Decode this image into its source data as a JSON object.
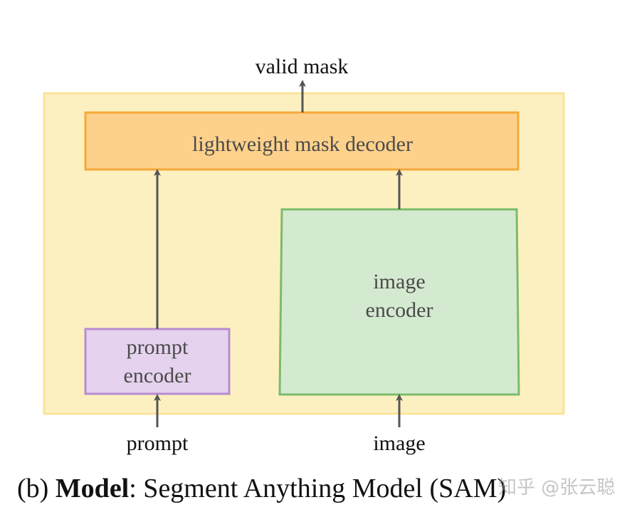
{
  "diagram": {
    "nodes": {
      "decoder": "lightweight mask decoder",
      "image_encoder": [
        "image",
        "encoder"
      ],
      "prompt_encoder": [
        "prompt",
        "encoder"
      ]
    },
    "inputs": {
      "prompt": "prompt",
      "image": "image"
    },
    "output": "valid mask"
  },
  "caption": {
    "prefix": "(b) ",
    "bold": "Model",
    "rest": ": Segment Anything Model (SAM)"
  },
  "watermark": "知乎 @张云聪",
  "colors": {
    "container_fill": "#fdf0c0",
    "container_stroke": "#f9e49a",
    "decoder_fill": "#fdd18b",
    "decoder_stroke": "#f5a93a",
    "image_encoder_fill": "#d4ead0",
    "image_encoder_stroke": "#7bbb6b",
    "prompt_encoder_fill": "#e5d2ee",
    "prompt_encoder_stroke": "#b88cd0",
    "arrow": "#555555"
  }
}
